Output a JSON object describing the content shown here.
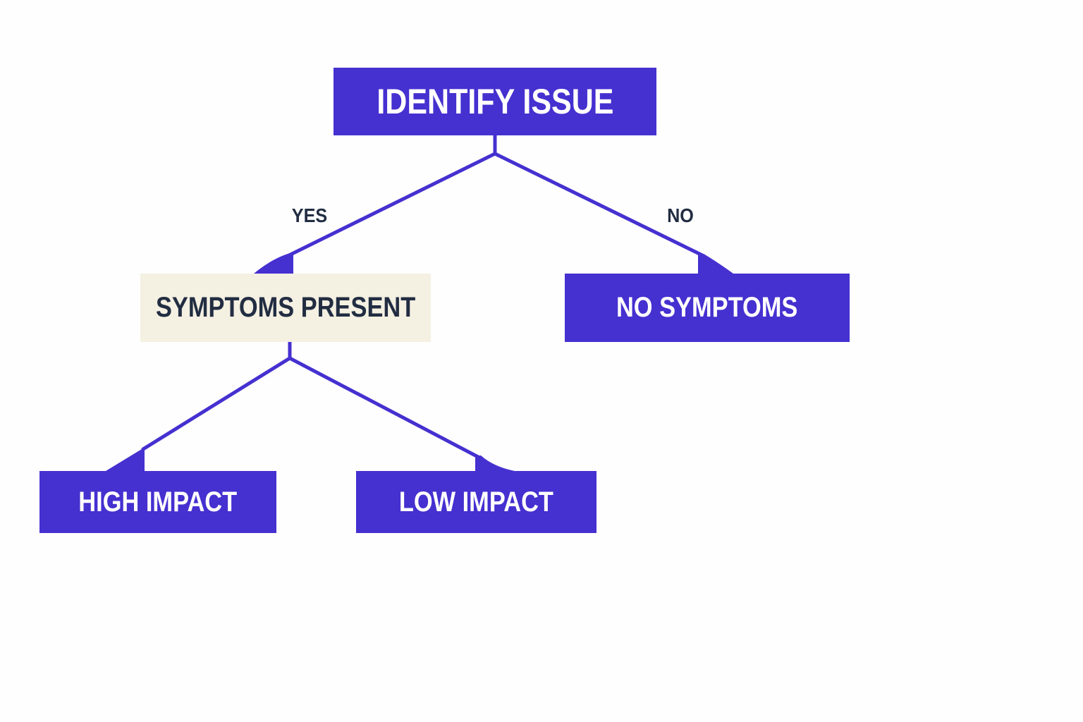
{
  "diagram": {
    "root": {
      "label": "IDENTIFY ISSUE"
    },
    "yes_branch": {
      "edge_label": "YES",
      "node": {
        "label": "SYMPTOMS PRESENT"
      },
      "children": [
        {
          "label": "HIGH IMPACT"
        },
        {
          "label": "LOW IMPACT"
        }
      ]
    },
    "no_branch": {
      "edge_label": "NO",
      "node": {
        "label": "NO SYMPTOMS"
      }
    }
  },
  "colors": {
    "primary": "#4530d0",
    "secondary_fill": "#f4f0e2",
    "dark_text": "#222d42",
    "light_text": "#ffffff",
    "background": "#fefefe"
  }
}
